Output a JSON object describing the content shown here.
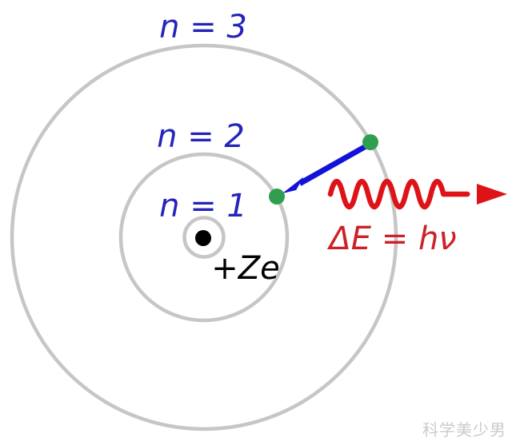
{
  "diagram": {
    "type": "bohr-model-electron-transition",
    "orbits": [
      {
        "id": "n3",
        "label": "n = 3"
      },
      {
        "id": "n2",
        "label": "n = 2"
      },
      {
        "id": "n1",
        "label": "n = 1"
      }
    ],
    "nucleus": {
      "label": "+Ze"
    },
    "photon": {
      "equation": "ΔE = hν"
    },
    "watermark": "科学美少男",
    "colors": {
      "orbit_gray": "#c6c6c6",
      "label_blue": "#2424bb",
      "arrow_blue": "#1212d9",
      "electron_green": "#2f9e4f",
      "photon_red": "#de1318",
      "equation_red": "#cc2127",
      "nucleus_black": "#000000",
      "watermark_gray": "#cbcbcb",
      "background": "#ffffff"
    }
  }
}
